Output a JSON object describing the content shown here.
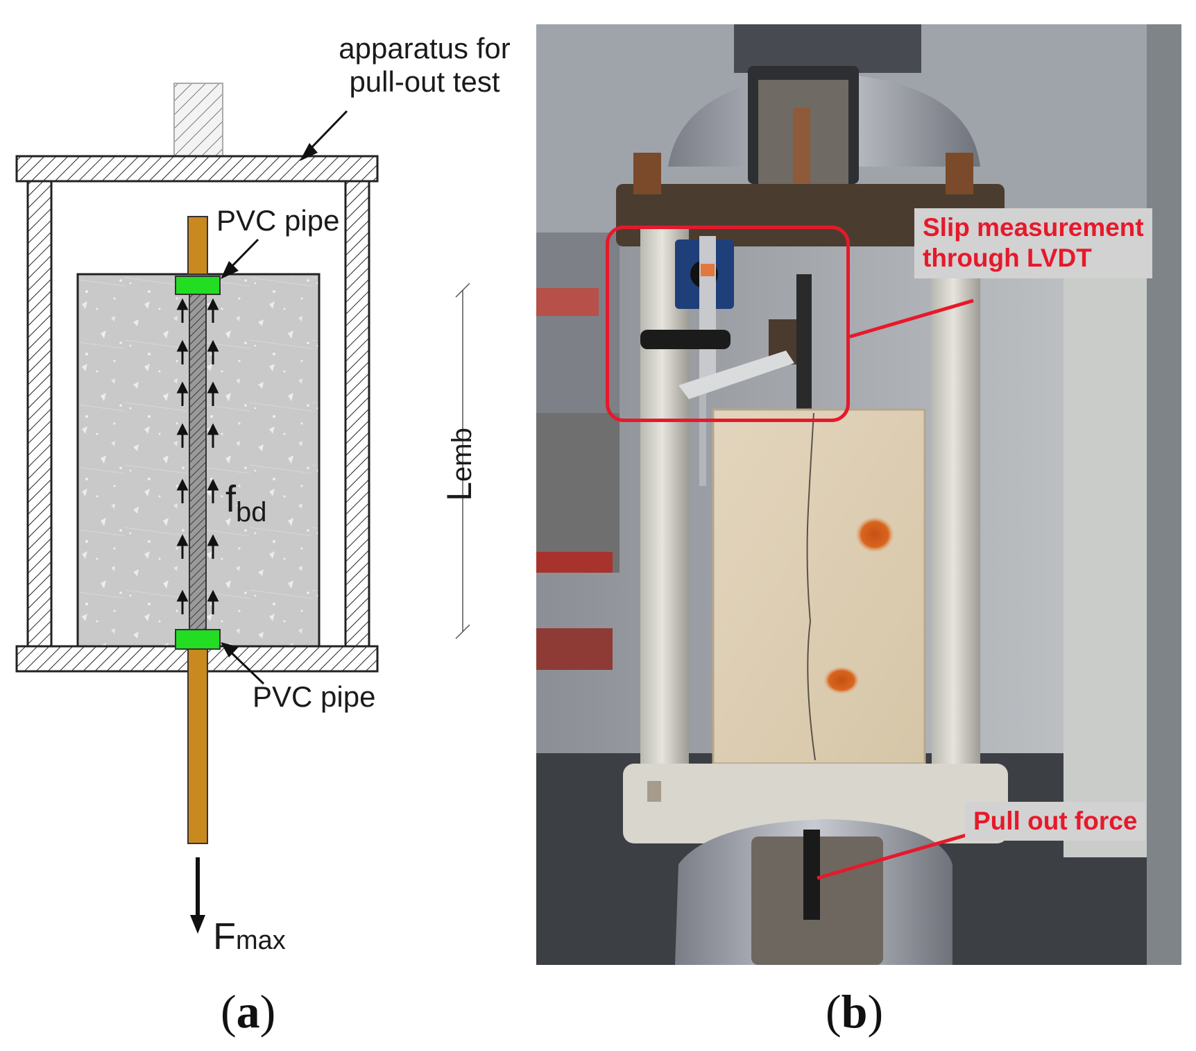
{
  "schematic": {
    "apparatus_label_line1": "apparatus for",
    "apparatus_label_line2": "pull-out test",
    "pvc_top_label": "PVC pipe",
    "pvc_bottom_label": "PVC pipe",
    "bond_stress_base": "f",
    "bond_stress_sub": "bd",
    "embedment_base": "L",
    "embedment_sub": "emb",
    "force_base": "F",
    "force_sub": "max",
    "colors": {
      "concrete": "#c9c9c9",
      "bar": "#c88a1e",
      "pvc": "#22dd22",
      "hatch": "#222222"
    }
  },
  "photo": {
    "callout_slip_line1": "Slip measurement",
    "callout_slip_line2": "through LVDT",
    "callout_pull": "Pull out force",
    "accent": "#e6192b"
  },
  "panels": {
    "a": "a",
    "b": "b"
  }
}
